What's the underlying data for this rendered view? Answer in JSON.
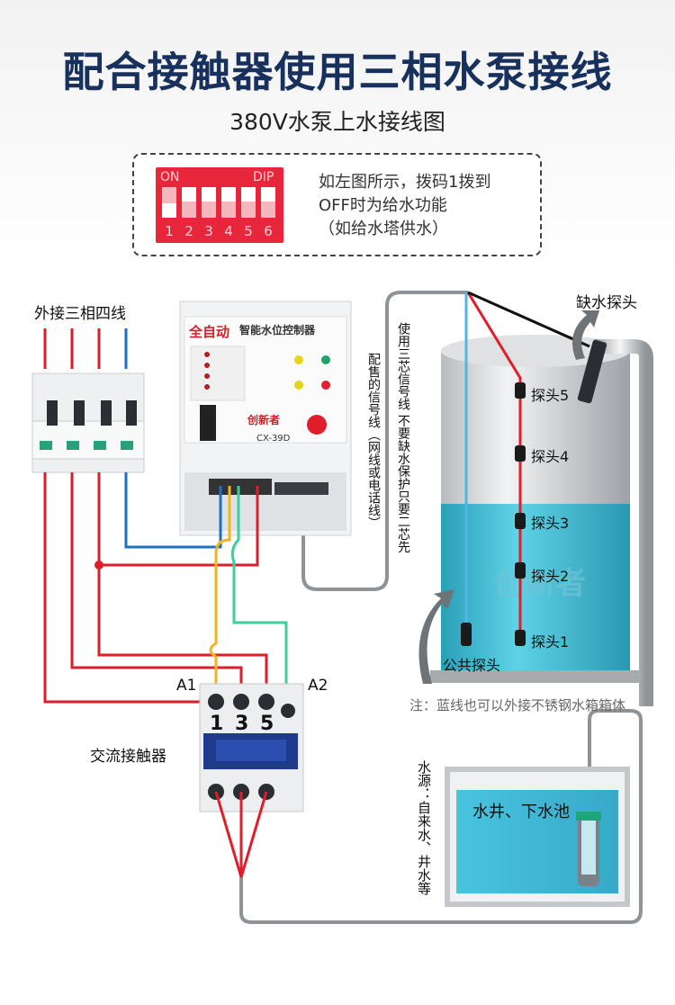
{
  "header": {
    "title": "配合接触器使用三相水泵接线",
    "subtitle": "380V水泵上水接线图"
  },
  "dip_note": {
    "switch_on_label": "ON",
    "switch_dip_label": "DIP",
    "switch_numbers": [
      "1",
      "2",
      "3",
      "4",
      "5",
      "6"
    ],
    "lines": [
      "如左图所示，拨码1拨到",
      "OFF时为给水功能",
      "（如给水塔供水）"
    ]
  },
  "labels": {
    "three_phase": "外接三相四线",
    "signal_line": "配售的信号线（网线或电话线）",
    "three_core": "使用三芯信号线 不要缺水保护只要二芯先",
    "low_water_probe": "缺水探头",
    "common_probe": "公共探头",
    "contactor": "交流接触器",
    "a1": "A1",
    "a2": "A2",
    "water_source": "水源：自来水、井水等",
    "well": "水井、下水池",
    "tank_note": "注：蓝线也可以外接不锈钢水箱箱体"
  },
  "probes": [
    "探头5",
    "探头4",
    "探头3",
    "探头2",
    "探头1"
  ],
  "controller": {
    "title": "全自动",
    "subtitle": "智能水位控制器",
    "model": "CX-39D",
    "brand": "创新者"
  },
  "contactor": {
    "terminals": [
      "1",
      "3",
      "5"
    ]
  },
  "colors": {
    "wire_red": "#e01e2b",
    "wire_blue": "#1f6fc6",
    "wire_yellow": "#f2b51c",
    "wire_green": "#3ccf9a",
    "wire_cyan": "#4db8e8",
    "title_navy": "#17305c",
    "water": "#3bb7cf"
  }
}
